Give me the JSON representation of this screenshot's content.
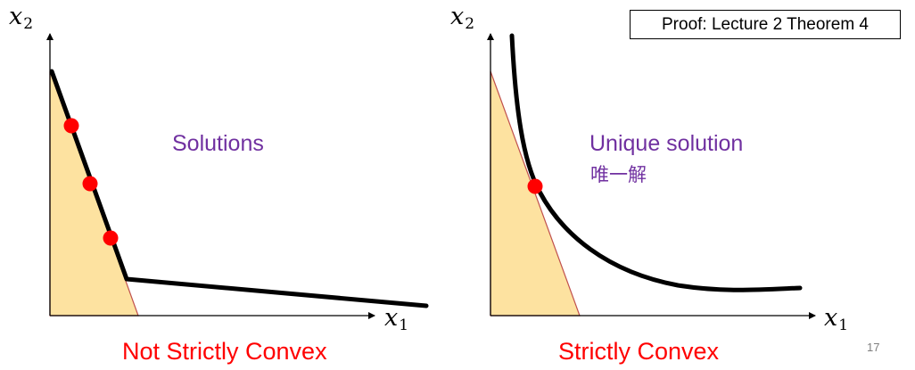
{
  "proof_label": "Proof: Lecture 2 Theorem 4",
  "page_number": "17",
  "left_panel": {
    "axis_x": {
      "base": "x",
      "sub": "1"
    },
    "axis_y": {
      "base": "x",
      "sub": "2"
    },
    "annotation": "Solutions",
    "caption": "Not Strictly Convex"
  },
  "right_panel": {
    "axis_x": {
      "base": "x",
      "sub": "1"
    },
    "axis_y": {
      "base": "x",
      "sub": "2"
    },
    "annotation": "Unique solution",
    "annotation_sub": "唯一解",
    "caption": "Strictly Convex"
  },
  "colors": {
    "feasible_fill": "#fde2a0",
    "feasible_edge": "#c0504d",
    "curve": "#000000",
    "solution_point": "#ff0000",
    "annotation_text": "#7030a0",
    "caption_text": "#ff0000"
  }
}
